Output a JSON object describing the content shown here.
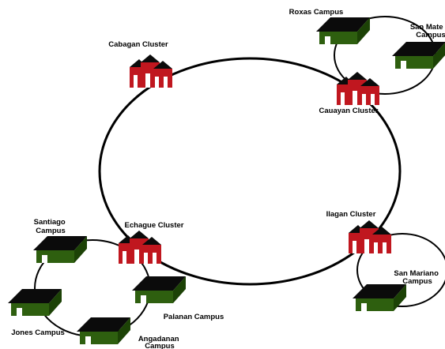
{
  "clusters": [
    {
      "id": "cabagan",
      "label": "Cabagan Cluster"
    },
    {
      "id": "cauayan",
      "label": "Cauayan Cluster"
    },
    {
      "id": "echague",
      "label": "Echague Cluster"
    },
    {
      "id": "ilagan",
      "label": "Ilagan Cluster"
    }
  ],
  "campuses": [
    {
      "id": "roxas",
      "label": "Roxas Campus"
    },
    {
      "id": "san-mateo",
      "label_lines": [
        "San Mate",
        "Campus"
      ]
    },
    {
      "id": "santiago",
      "label_lines": [
        "Santiago",
        "Campus"
      ]
    },
    {
      "id": "jones",
      "label": "Jones Campus"
    },
    {
      "id": "angadanan",
      "label_lines": [
        "Angadanan",
        "Campus"
      ]
    },
    {
      "id": "palanan",
      "label": "Palanan Campus"
    },
    {
      "id": "san-mariano",
      "label_lines": [
        "San Mariano",
        "Campus"
      ]
    }
  ],
  "colors": {
    "cluster_building": "#c0171f",
    "cluster_building_dark": "#8e0f14",
    "campus_building": "#2e5f0f",
    "roof": "#0b0b0b",
    "line": "#000000"
  }
}
